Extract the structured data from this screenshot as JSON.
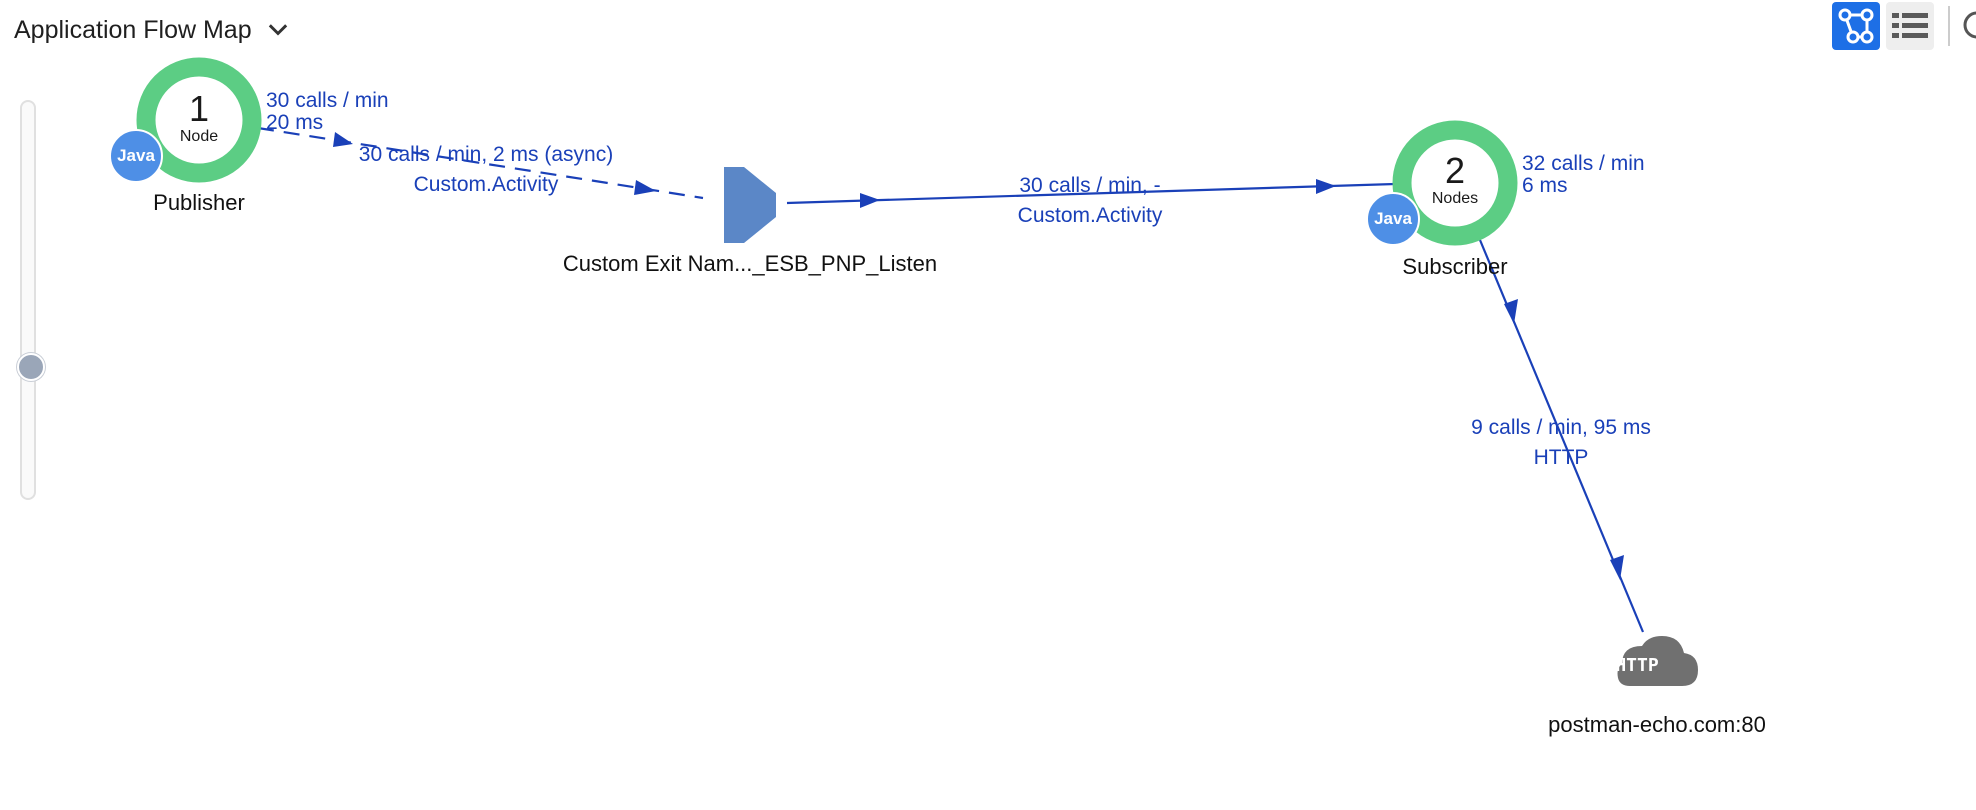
{
  "header": {
    "title": "Application Flow Map"
  },
  "toolbar": {
    "views": [
      {
        "icon": "flow-map-icon",
        "active": true
      },
      {
        "icon": "grid-list-icon",
        "active": false
      }
    ]
  },
  "colors": {
    "node_ring": "#5ccd84",
    "edge": "#1a40b8",
    "accent": "#1d6fe6",
    "java_badge": "#4e8fe6",
    "exit_shape": "#5b87c7",
    "cloud": "#707070"
  },
  "nodes": {
    "publisher": {
      "count": "1",
      "unit": "Node",
      "name": "Publisher",
      "badge": "Java",
      "calls": "30 calls / min",
      "time": "20 ms"
    },
    "custom_exit": {
      "name": "Custom Exit Nam..._ESB_PNP_Listen"
    },
    "subscriber": {
      "count": "2",
      "unit": "Nodes",
      "name": "Subscriber",
      "badge": "Java",
      "calls": "32 calls / min",
      "time": "6 ms"
    },
    "http_backend": {
      "badge": "HTTP",
      "name": "postman-echo.com:80"
    }
  },
  "edges": [
    {
      "metrics": "30 calls / min, 2 ms (async)",
      "type": "Custom.Activity"
    },
    {
      "metrics": "30 calls / min, -",
      "type": "Custom.Activity"
    },
    {
      "metrics": "9 calls / min, 95 ms",
      "type": "HTTP"
    }
  ],
  "zoom_slider": {
    "level": 0.67
  }
}
